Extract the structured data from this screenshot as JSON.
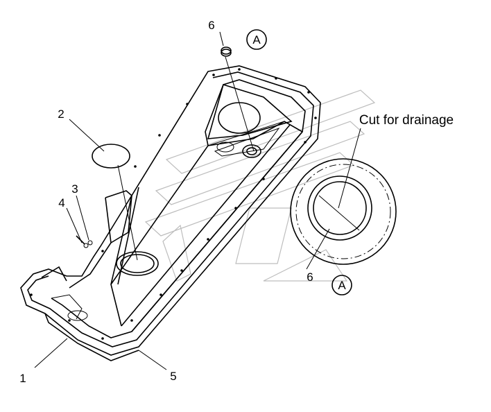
{
  "labels": {
    "part1": "1",
    "part2": "2",
    "part3": "3",
    "part4": "4",
    "part5": "5",
    "part6_top": "6",
    "part6_detail": "6",
    "view_a_top": "A",
    "view_a_detail": "A"
  },
  "annotation": {
    "cut_for_drainage": "Cut for drainage"
  },
  "colors": {
    "ink": "#000000",
    "watermark": "#bdbdbd",
    "background": "#ffffff"
  }
}
